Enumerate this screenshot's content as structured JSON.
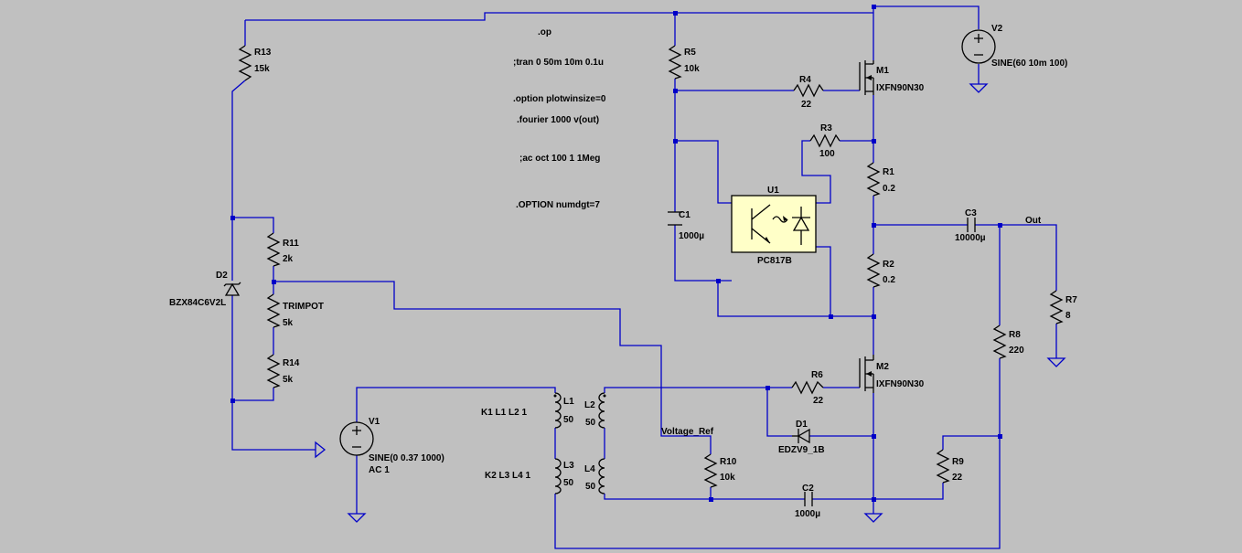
{
  "directives": [
    ".op",
    ";tran 0 50m 10m 0.1u",
    ".option plotwinsize=0",
    ".fourier 1000 v(out)",
    ";ac oct 100 1 1Meg",
    ".OPTION numdgt=7",
    "K1 L1 L2 1",
    "K2 L3 L4 1"
  ],
  "components": {
    "r13": {
      "ref": "R13",
      "value": "15k"
    },
    "r5": {
      "ref": "R5",
      "value": "10k"
    },
    "r4": {
      "ref": "R4",
      "value": "22"
    },
    "r3": {
      "ref": "R3",
      "value": "100"
    },
    "r1": {
      "ref": "R1",
      "value": "0.2"
    },
    "r2": {
      "ref": "R2",
      "value": "0.2"
    },
    "r11": {
      "ref": "R11",
      "value": "2k"
    },
    "trimpot": {
      "ref": "TRIMPOT",
      "value": "5k"
    },
    "r14": {
      "ref": "R14",
      "value": "5k"
    },
    "r6": {
      "ref": "R6",
      "value": "22"
    },
    "r10": {
      "ref": "R10",
      "value": "10k"
    },
    "r9": {
      "ref": "R9",
      "value": "22"
    },
    "r8": {
      "ref": "R8",
      "value": "220"
    },
    "r7": {
      "ref": "R7",
      "value": "8"
    },
    "c1": {
      "ref": "C1",
      "value": "1000µ"
    },
    "c2": {
      "ref": "C2",
      "value": "1000µ"
    },
    "c3": {
      "ref": "C3",
      "value": "10000µ"
    },
    "l1": {
      "ref": "L1",
      "value": "50"
    },
    "l2": {
      "ref": "L2",
      "value": "50"
    },
    "l3": {
      "ref": "L3",
      "value": "50"
    },
    "l4": {
      "ref": "L4",
      "value": "50"
    },
    "d1": {
      "ref": "D1",
      "value": "EDZV9_1B"
    },
    "d2": {
      "ref": "D2",
      "value": "BZX84C6V2L"
    },
    "m1": {
      "ref": "M1",
      "value": "IXFN90N30"
    },
    "m2": {
      "ref": "M2",
      "value": "IXFN90N30"
    },
    "u1": {
      "ref": "U1",
      "value": "PC817B"
    },
    "v1": {
      "ref": "V1",
      "value": "SINE(0 0.37 1000)",
      "extra": "AC 1"
    },
    "v2": {
      "ref": "V2",
      "value": "SINE(60 10m 100)"
    }
  },
  "nets": {
    "out": "Out",
    "vref": "Voltage_Ref"
  },
  "colors": {
    "background": "#c0c0c0",
    "wire": "#0000c8",
    "component": "#000000",
    "optocoupler_fill": "#ffffc8"
  }
}
